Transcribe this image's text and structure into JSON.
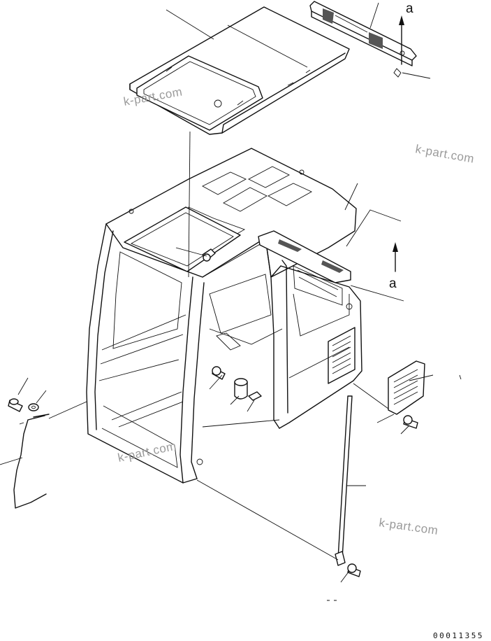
{
  "diagram": {
    "callout_letter": "a",
    "watermarks": [
      "k-part.com",
      "k-part.com",
      "k-part.com",
      "k-part.com"
    ],
    "document_number": "00011355"
  }
}
